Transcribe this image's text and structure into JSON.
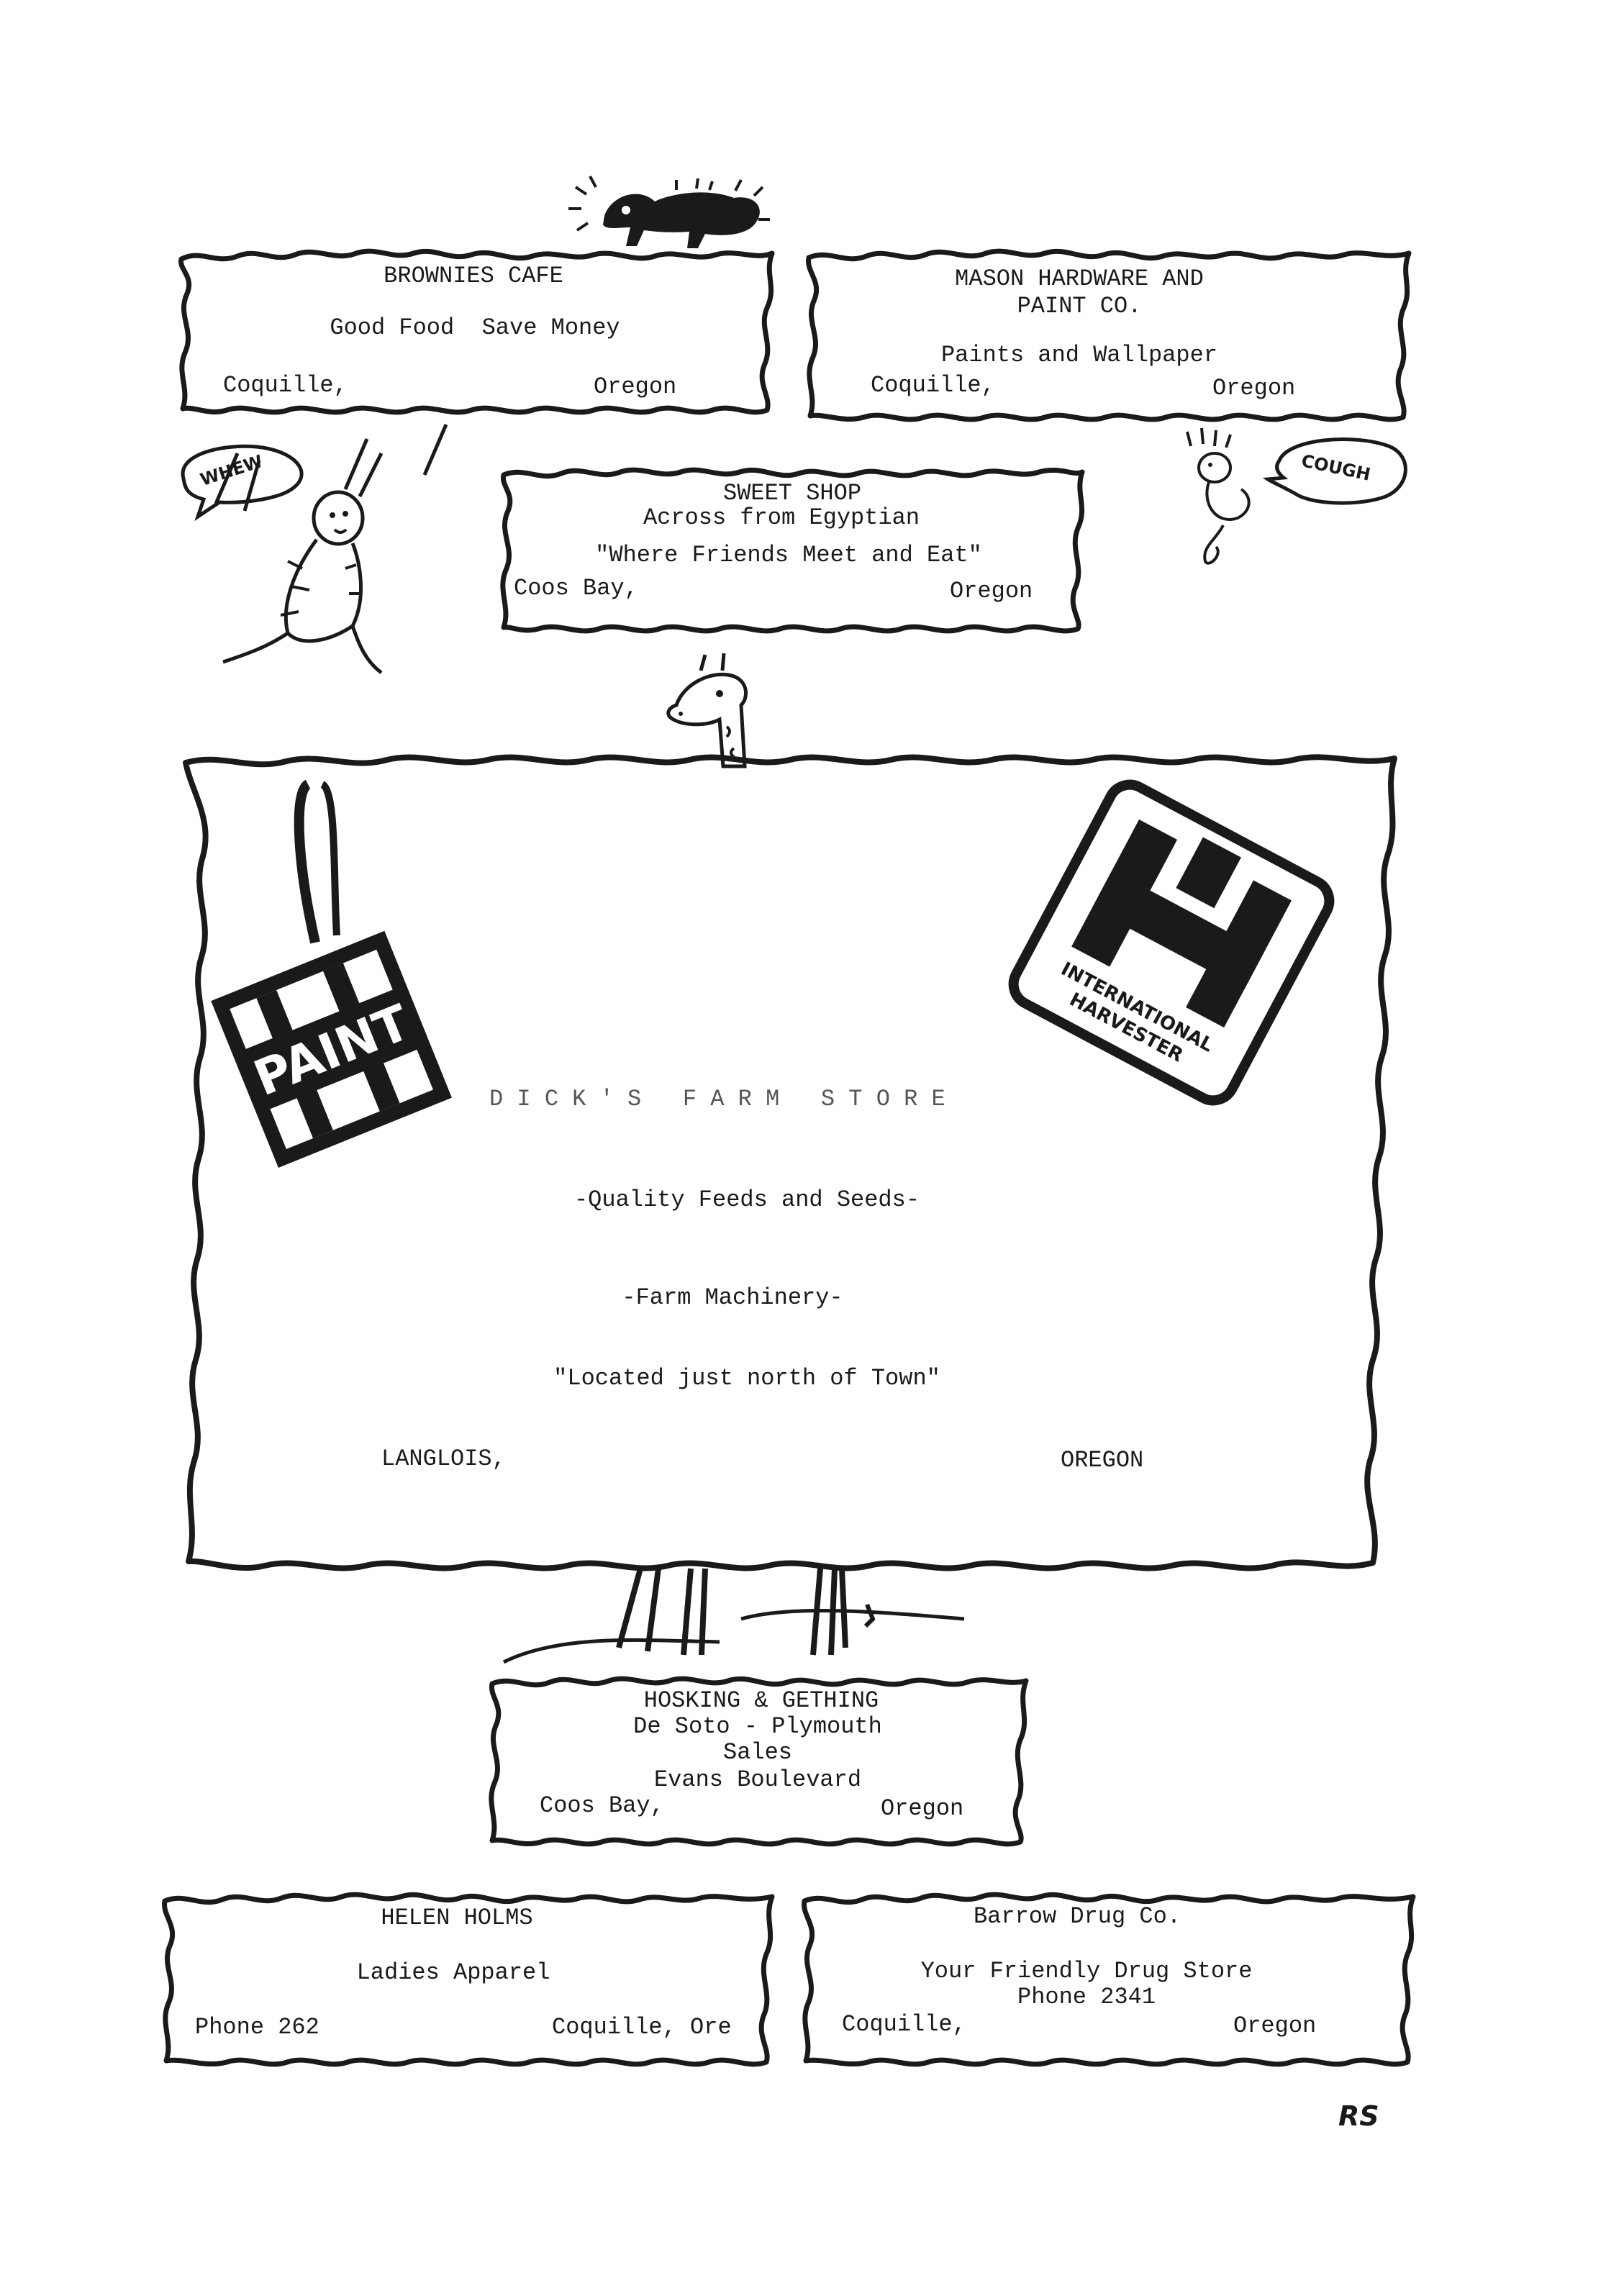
{
  "ads": {
    "brownies": {
      "name": "BROWNIES CAFE",
      "tagline": "Good Food  Save Money",
      "city": "Coquille,",
      "state": "Oregon"
    },
    "mason": {
      "name_line1": "MASON HARDWARE AND",
      "name_line2": "PAINT CO.",
      "tagline": "Paints and Wallpaper",
      "city": "Coquille,",
      "state": "Oregon"
    },
    "sweet_shop": {
      "name": "SWEET SHOP",
      "line1": "Across from Egyptian",
      "line2": "\"Where Friends Meet and Eat\"",
      "city": "Coos Bay,",
      "state": "Oregon"
    },
    "dicks": {
      "name": "D I C K ' S   F A R M   S T O R E",
      "line1": "-Quality Feeds and Seeds-",
      "line2": "-Farm Machinery-",
      "line3": "\"Located just north of Town\"",
      "city": "LANGLOIS,",
      "state": "OREGON",
      "paint_can_label": "PAINT",
      "logo_text_line1": "INTERNATIONAL",
      "logo_text_line2": "HARVESTER"
    },
    "hosking": {
      "name": "HOSKING & GETHING",
      "line1": "De Soto - Plymouth",
      "line2": "Sales",
      "line3": "Evans Boulevard",
      "city": "Coos Bay,",
      "state": "Oregon"
    },
    "helen": {
      "name": "HELEN HOLMS",
      "tagline": "Ladies Apparel",
      "phone": "Phone 262",
      "city": "Coquille, Ore"
    },
    "barrow": {
      "name": "Barrow Drug Co.",
      "tagline": "Your Friendly Drug Store",
      "phone": "Phone 2341",
      "city": "Coquille,",
      "state": "Oregon"
    }
  },
  "bubbles": {
    "left": "WHEW",
    "right": "COUGH"
  },
  "initials": "RS",
  "colors": {
    "ink": "#1a1a1a",
    "paper": "#ffffff"
  }
}
